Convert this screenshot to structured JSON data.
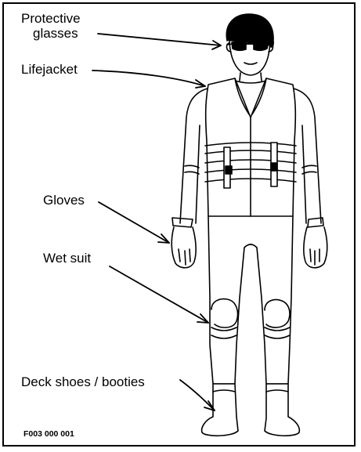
{
  "labels": {
    "glasses_line1": "Protective",
    "glasses_line2": "glasses",
    "lifejacket": "Lifejacket",
    "gloves": "Gloves",
    "wetsuit": "Wet suit",
    "shoes": "Deck shoes / booties"
  },
  "figure_code": "F003 000 001",
  "colors": {
    "ink": "#000000",
    "background": "#ffffff"
  }
}
